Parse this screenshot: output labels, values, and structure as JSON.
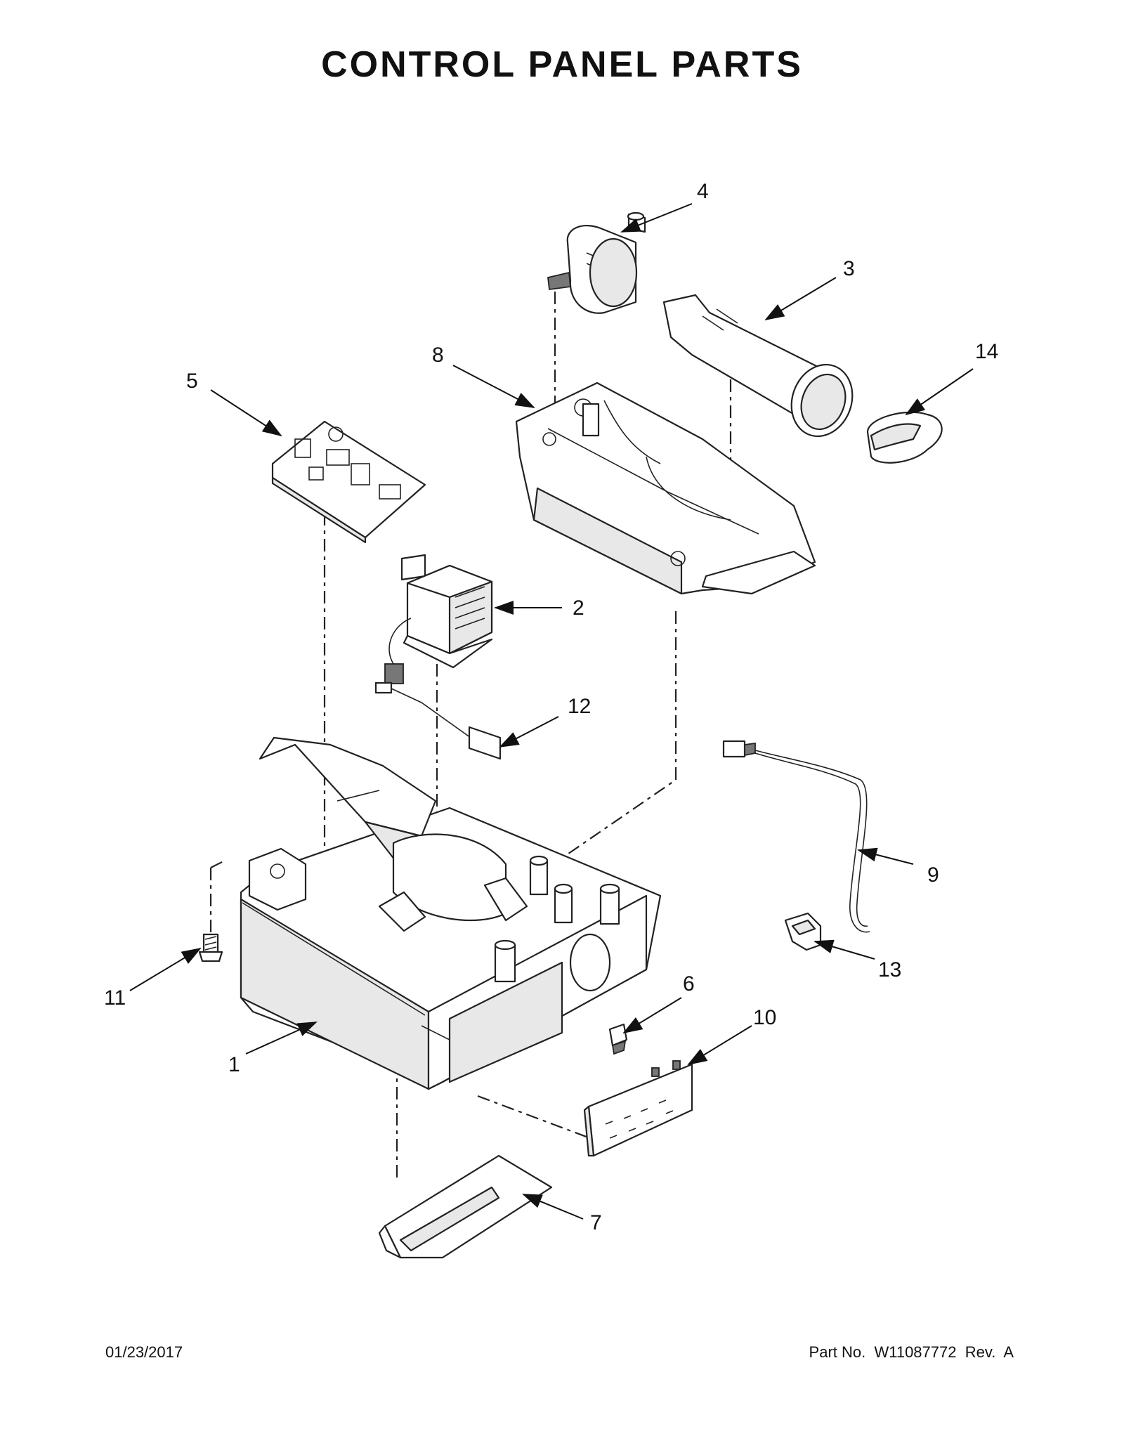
{
  "title": "CONTROL PANEL PARTS",
  "footer": {
    "date": "01/23/2017",
    "part_number": "Part No.  W11087772  Rev.  A"
  },
  "callouts": [
    {
      "id": "1",
      "label": "1"
    },
    {
      "id": "2",
      "label": "2"
    },
    {
      "id": "3",
      "label": "3"
    },
    {
      "id": "4",
      "label": "4"
    },
    {
      "id": "5",
      "label": "5"
    },
    {
      "id": "6",
      "label": "6"
    },
    {
      "id": "7",
      "label": "7"
    },
    {
      "id": "8",
      "label": "8"
    },
    {
      "id": "9",
      "label": "9"
    },
    {
      "id": "10",
      "label": "10"
    },
    {
      "id": "11",
      "label": "11"
    },
    {
      "id": "12",
      "label": "12"
    },
    {
      "id": "13",
      "label": "13"
    },
    {
      "id": "14",
      "label": "14"
    }
  ]
}
